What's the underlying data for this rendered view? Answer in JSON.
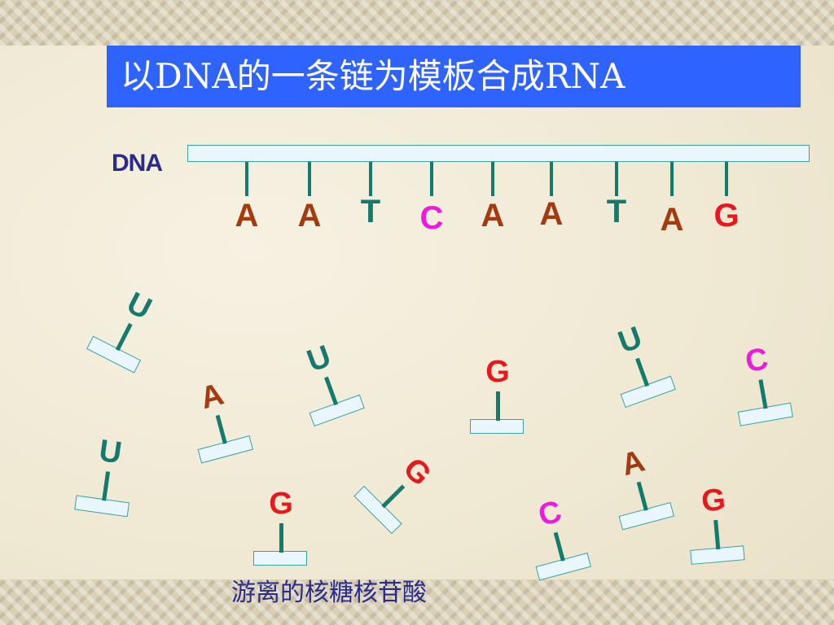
{
  "title": "以DNA的一条链为模板合成RNA",
  "dna_label": "DNA",
  "template_bases": [
    "A",
    "A",
    "T",
    "C",
    "A",
    "A",
    "T",
    "A",
    "G"
  ],
  "free_nucleotides": [
    "U",
    "A",
    "U",
    "G",
    "U",
    "C",
    "U",
    "G",
    "G",
    "C",
    "A",
    "G"
  ],
  "caption": "游离的核糖核苷酸",
  "colors": {
    "title_bg": "#2f63ff",
    "base_A": "#a33a10",
    "base_T": "#16796e",
    "base_C": "#ef19df",
    "base_G": "#e8191c",
    "base_U": "#16796e",
    "stem": "#127c6c",
    "label_navy": "#2b2b8a"
  }
}
